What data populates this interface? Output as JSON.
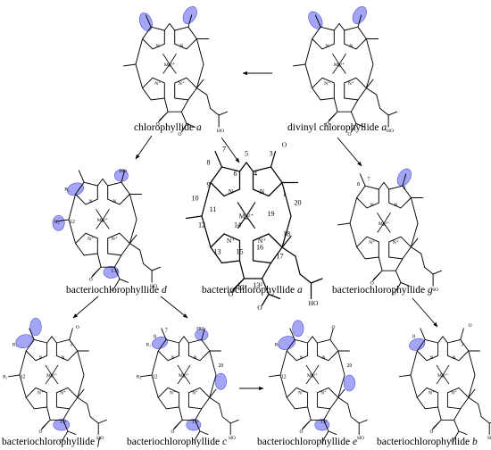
{
  "compounds": {
    "chl_a": {
      "label": "chlorophyllide ",
      "suffix": "a",
      "metal": "Mg²⁺"
    },
    "dv_chl_a": {
      "label": "divinyl chlorophyllide ",
      "suffix": "a",
      "metal": "Mg²⁺"
    },
    "bchl_d": {
      "label": "bacteriochlorophyllide ",
      "suffix": "d",
      "metal": "Mg²⁺"
    },
    "bchl_a": {
      "label": "bacteriochlorophyllide ",
      "suffix": "a",
      "metal": "Mg²⁺"
    },
    "bchl_g": {
      "label": "bacteriochlorophyllide ",
      "suffix": "g",
      "metal": "Mg²⁺"
    },
    "bchl_f": {
      "label": "bacteriochlorophyllide ",
      "suffix": "f",
      "metal": "Mg²⁺"
    },
    "bchl_c": {
      "label": "bacteriochlorophyllide ",
      "suffix": "c",
      "metal": "Mg²⁺"
    },
    "bchl_e": {
      "label": "bacteriochlorophyllide ",
      "suffix": "e",
      "metal": "Mg²⁺"
    },
    "bchl_b": {
      "label": "bacteriochlorophyllide ",
      "suffix": "b",
      "metal": "Mg²⁺"
    }
  },
  "atoms": {
    "N": "N",
    "Nplus": "N⁺",
    "O": "O",
    "HO": "HO",
    "OH": "OH",
    "R1": "R₁",
    "R2": "R₂"
  },
  "bchl_a_numbers": [
    "1",
    "3",
    "4",
    "5",
    "6",
    "7",
    "8",
    "9",
    "10",
    "11",
    "12",
    "13",
    "13²",
    "13¹",
    "14",
    "15",
    "16",
    "17",
    "18",
    "19",
    "20"
  ],
  "small_numbers": [
    "3",
    "7",
    "8",
    "12",
    "13²",
    "20"
  ],
  "arrows": [
    {
      "from": "dv_chl_a",
      "to": "chl_a"
    },
    {
      "from": "chl_a",
      "to": "bchl_d"
    },
    {
      "from": "chl_a",
      "to": "bchl_a"
    },
    {
      "from": "dv_chl_a",
      "to": "bchl_g"
    },
    {
      "from": "bchl_d",
      "to": "bchl_f"
    },
    {
      "from": "bchl_d",
      "to": "bchl_c"
    },
    {
      "from": "bchl_c",
      "to": "bchl_e"
    },
    {
      "from": "bchl_g",
      "to": "bchl_b"
    }
  ],
  "highlight_color": "#8f8ff2"
}
